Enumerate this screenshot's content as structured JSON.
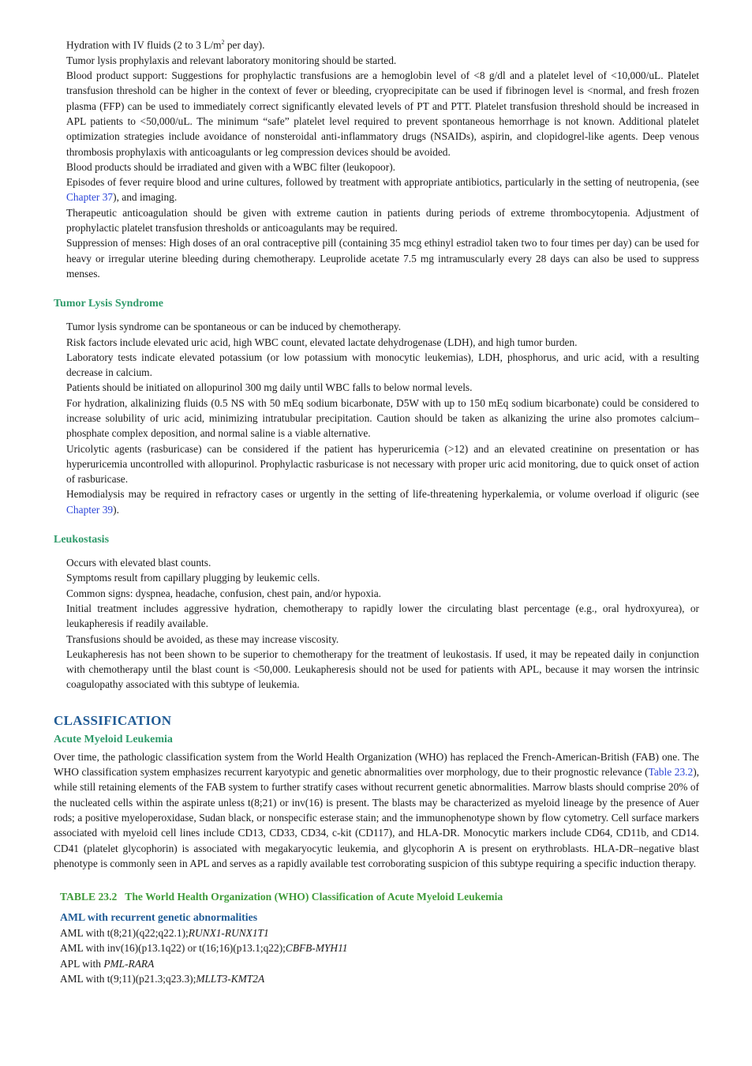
{
  "block1": [
    [
      "Hydration with IV fluids (2 to 3 L/m",
      "2",
      " per day)."
    ],
    [
      "Tumor lysis prophylaxis and relevant laboratory monitoring should be started."
    ],
    [
      "Blood product support: Suggestions for prophylactic transfusions are a hemoglobin level of <8 g/dl and a platelet level of <10,000/uL. Platelet transfusion threshold can be higher in the context of fever or bleeding, cryoprecipitate can be used if fibrinogen level is <normal, and fresh frozen plasma (FFP) can be used to immediately correct significantly elevated levels of PT and PTT. Platelet transfusion threshold should be increased in APL patients to <50,000/uL. The minimum “safe” platelet level required to prevent spontaneous hemorrhage is not known. Additional platelet optimization strategies include avoidance of nonsteroidal anti-inflammatory drugs (NSAIDs), aspirin, and clopidogrel-like agents. Deep venous thrombosis prophylaxis with anticoagulants or leg compression devices should be avoided."
    ],
    [
      "Blood products should be irradiated and given with a WBC filter (leukopoor)."
    ],
    [
      "Episodes of fever require blood and urine cultures, followed by treatment with appropriate antibiotics, particularly in the setting of neutropenia, (see ",
      "Chapter 37",
      "), and imaging."
    ],
    [
      "Therapeutic anticoagulation should be given with extreme caution in patients during periods of extreme thrombocytopenia. Adjustment of prophylactic platelet transfusion thresholds or anticoagulants may be required."
    ],
    [
      "Suppression of menses: High doses of an oral contraceptive pill (containing 35 mcg ethinyl estradiol taken two to four times per day) can be used for heavy or irregular uterine bleeding during chemotherapy. Leuprolide acetate 7.5 mg intramuscularly every 28 days can also be used to suppress menses."
    ]
  ],
  "tls": {
    "heading": "Tumor Lysis Syndrome",
    "items": [
      "Tumor lysis syndrome can be spontaneous or can be induced by chemotherapy.",
      "Risk factors include elevated uric acid, high WBC count, elevated lactate dehydrogenase (LDH), and high tumor burden.",
      "Laboratory tests indicate elevated potassium (or low potassium with monocytic leukemias), LDH, phosphorus, and uric acid, with a resulting decrease in calcium.",
      "Patients should be initiated on allopurinol 300 mg daily until WBC falls to below normal levels.",
      "For hydration, alkalinizing fluids (0.5 NS with 50 mEq sodium bicarbonate, D5W with up to 150 mEq sodium bicarbonate) could be considered to increase solubility of uric acid, minimizing intratubular precipitation. Caution should be taken as alkanizing the urine also promotes calcium–phosphate complex deposition, and normal saline is a viable alternative.",
      "Uricolytic agents (rasburicase) can be considered if the patient has hyperuricemia (>12) and an elevated creatinine on presentation or has hyperuricemia uncontrolled with allopurinol. Prophylactic rasburicase is not necessary with proper uric acid monitoring, due to quick onset of action of rasburicase."
    ],
    "last_pre": "Hemodialysis may be required in refractory cases or urgently in the setting of life-threatening hyperkalemia, or volume overload if oliguric (see ",
    "last_link": "Chapter 39",
    "last_post": ")."
  },
  "leuko": {
    "heading": "Leukostasis",
    "items": [
      "Occurs with elevated blast counts.",
      "Symptoms result from capillary plugging by leukemic cells.",
      "Common signs: dyspnea, headache, confusion, chest pain, and/or hypoxia.",
      "Initial treatment includes aggressive hydration, chemotherapy to rapidly lower the circulating blast percentage (e.g., oral hydroxyurea), or leukapheresis if readily available.",
      "Transfusions should be avoided, as these may increase viscosity.",
      "Leukapheresis has not been shown to be superior to chemotherapy for the treatment of leukostasis. If used, it may be repeated daily in conjunction with chemotherapy until the blast count is <50,000. Leukapheresis should not be used for patients with APL, because it may worsen the intrinsic coagulopathy associated with this subtype of leukemia."
    ]
  },
  "classification": {
    "heading": "CLASSIFICATION",
    "subheading": "Acute Myeloid Leukemia",
    "intro_pre": "Over time, the pathologic classification system from the World Health Organization (WHO) has replaced the French-American-British (FAB) one. The WHO classification system emphasizes recurrent karyotypic and genetic abnormalities over morphology, due to their prognostic relevance (",
    "intro_link": "Table 23.2",
    "intro_post": "), while still retaining elements of the FAB system to further stratify cases without recurrent genetic abnormalities. Marrow blasts should comprise 20% of the nucleated cells within the aspirate unless t(8;21) or inv(16) is present. The blasts may be characterized as myeloid lineage by the presence of Auer rods; a positive myeloperoxidase, Sudan black, or nonspecific esterase stain; and the immunophenotype shown by flow cytometry. Cell surface markers associated with myeloid cell lines include CD13, CD33, CD34, c-kit (CD117), and HLA-DR. Monocytic markers include CD64, CD11b, and CD14. CD41 (platelet glycophorin) is associated with megakaryocytic leukemia, and glycophorin A is present on erythroblasts. HLA-DR–negative blast phenotype is commonly seen in APL and serves as a rapidly available test corroborating suspicion of this subtype requiring a specific induction therapy."
  },
  "table": {
    "number": "TABLE 23.2",
    "title": "The World Health Organization (WHO) Classification of Acute Myeloid Leukemia",
    "group": "AML with recurrent genetic abnormalities",
    "rows": [
      {
        "plain": "AML with t(8;21)(q22;q22.1);",
        "gene": "RUNX1-RUNX1T1"
      },
      {
        "plain": "AML with inv(16)(p13.1q22) or t(16;16)(p13.1;q22);",
        "gene": "CBFB-MYH11"
      },
      {
        "plain": "APL with ",
        "gene": "PML-RARA"
      },
      {
        "plain": "AML with t(9;11)(p21.3;q23.3);",
        "gene": "MLLT3-KMT2A"
      }
    ]
  }
}
